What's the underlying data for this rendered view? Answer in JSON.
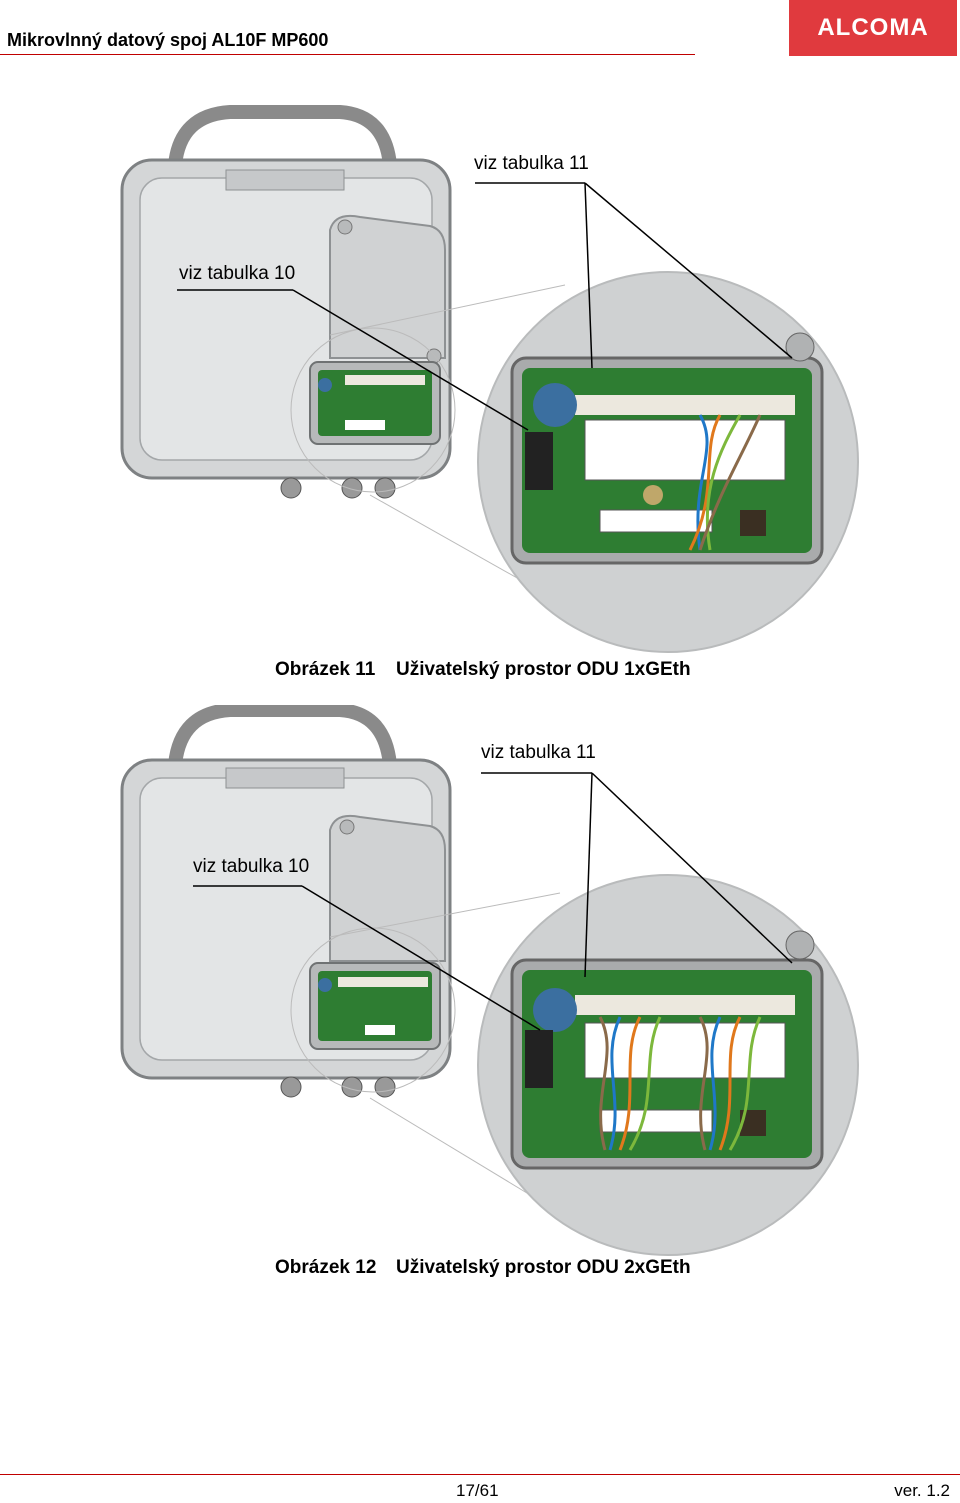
{
  "header": {
    "title": "Mikrovlnný datový spoj AL10F MP600",
    "logo": "ALCOMA"
  },
  "figures": [
    {
      "callout_top": "viz tabulka 11",
      "callout_left": "viz  tabulka 10",
      "caption_num": "Obrázek 11",
      "caption_text": "Uživatelský prostor ODU 1xGEth"
    },
    {
      "callout_top": "viz tabulka 11",
      "callout_left": "viz  tabulka 10",
      "caption_num": "Obrázek 12",
      "caption_text": "Uživatelský prostor ODU 2xGEth"
    }
  ],
  "footer": {
    "page": "17/61",
    "version": "ver. 1.2"
  },
  "colors": {
    "accent": "#c00000",
    "logo_bg": "#e03a3e",
    "pcb": "#2e7d32"
  }
}
